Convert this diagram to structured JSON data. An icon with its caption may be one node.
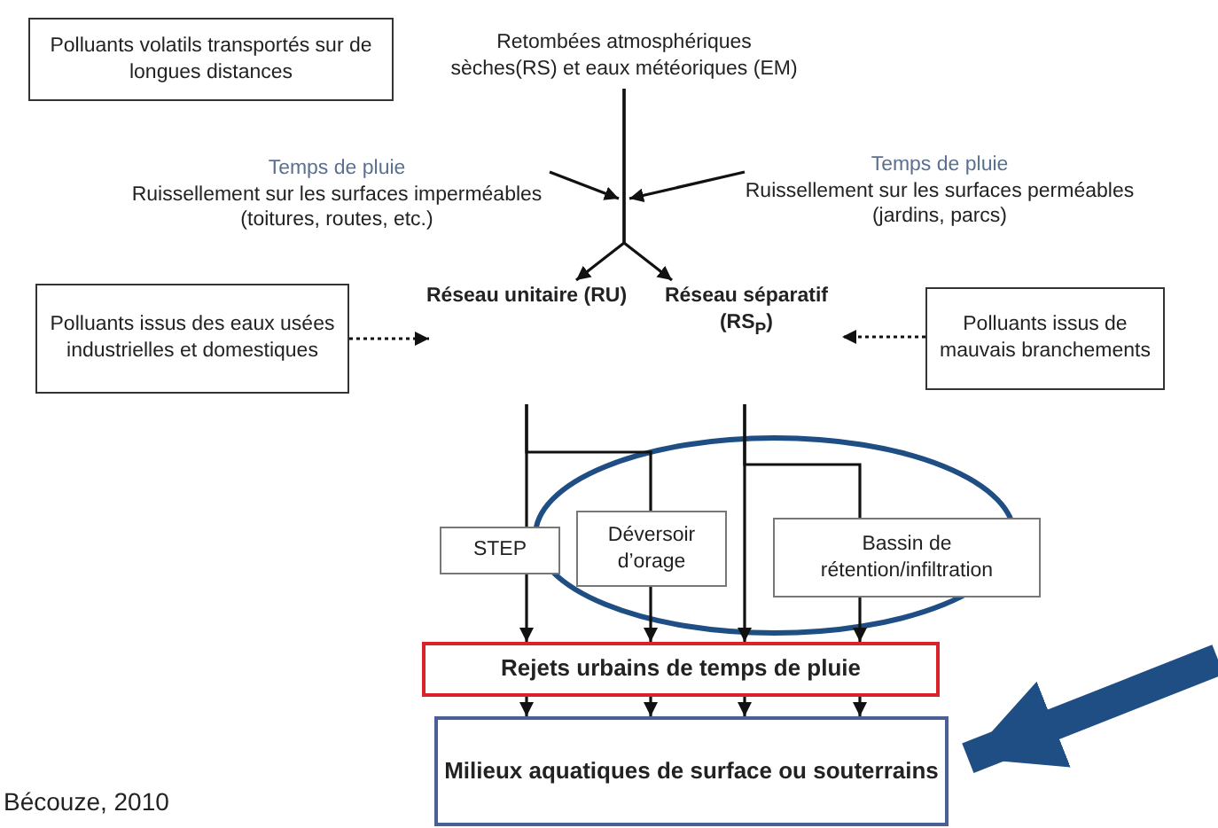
{
  "diagram": {
    "nodes": [
      {
        "text": [
          "Polluants volatils transportés sur de longues distances"
        ]
      },
      {
        "text": [
          "Retombées atmosphériques sèches(RS) et eaux météoriques (EM)"
        ]
      },
      {
        "text": [
          "Temps de pluie",
          "Ruissellement sur les surfaces imperméables (toitures, routes, etc.)"
        ]
      },
      {
        "text": [
          "Temps de pluie",
          "Ruissellement sur les surfaces perméables (jardins, parcs)"
        ]
      },
      {
        "text": [
          "Réseau unitaire (RU)"
        ]
      },
      {
        "text": [
          "Réseau séparatif (RS$_{P}$)"
        ]
      },
      {
        "text": [
          "Polluants issus des eaux usées industrielles et domestiques"
        ]
      },
      {
        "text": [
          "Polluants issus de mauvais branchements"
        ]
      },
      {
        "text": [
          "STEP"
        ]
      },
      {
        "text": [
          "Déversoir d’orage"
        ]
      },
      {
        "text": [
          "Bassin de rétention/infiltration"
        ]
      },
      {
        "text": [
          "Rejets urbains de temps de pluie"
        ]
      },
      {
        "text": [
          "Milieux aquatiques de surface ou souterrains"
        ]
      }
    ],
    "edges": [
      {
        "from": 1,
        "to": 4,
        "arrow": "to"
      },
      {
        "from": 1,
        "to": 5,
        "arrow": "to"
      },
      {
        "from": 2,
        "to": null,
        "arrow": "to"
      },
      {
        "from": 3,
        "to": null,
        "arrow": "to"
      },
      {
        "from": 6,
        "to": 4,
        "arrow": "to",
        "style": "dashed"
      },
      {
        "from": 7,
        "to": 5,
        "arrow": "to",
        "style": "dashed"
      },
      {
        "from": 4,
        "to": 8,
        "arrow": "none"
      },
      {
        "from": 8,
        "to": 11,
        "arrow": "to"
      },
      {
        "from": 4,
        "to": 9,
        "arrow": "none"
      },
      {
        "from": 9,
        "to": 11,
        "arrow": "to"
      },
      {
        "from": 5,
        "to": 11,
        "arrow": "to"
      },
      {
        "from": 5,
        "to": 10,
        "arrow": "none"
      },
      {
        "from": 10,
        "to": 11,
        "arrow": "to"
      },
      {
        "from": 11,
        "to": 12,
        "arrow": "to"
      },
      {
        "from": 11,
        "to": 12,
        "arrow": "to"
      },
      {
        "from": 11,
        "to": 12,
        "arrow": "to"
      },
      {
        "from": 11,
        "to": 12,
        "arrow": "to"
      },
      {
        "from": null,
        "to": 12,
        "arrow": "to",
        "style": "thick",
        "color": "#1f4e84"
      }
    ],
    "labels": [
      "Bécouze, 2010"
    ]
  }
}
